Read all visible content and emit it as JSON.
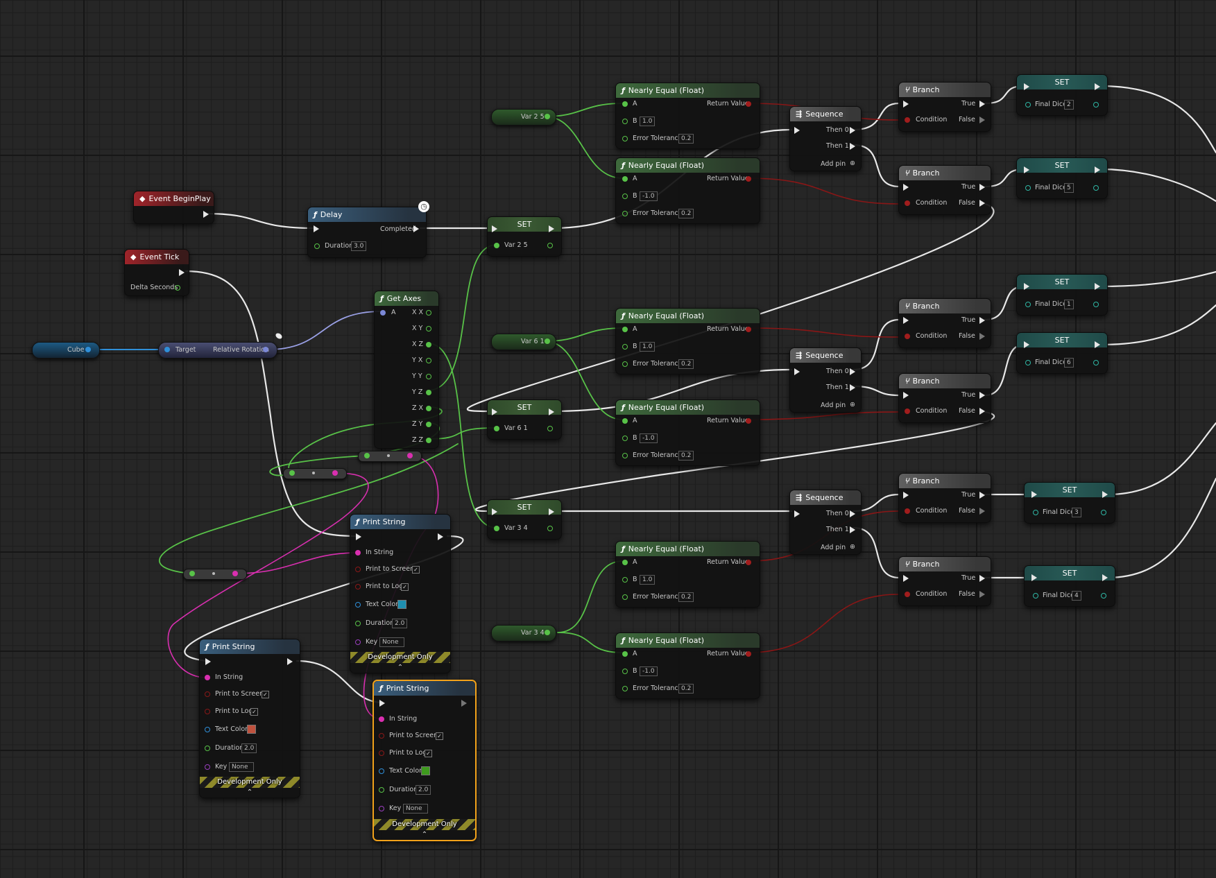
{
  "nodes": {
    "event_begin_play": {
      "title": "Event BeginPlay"
    },
    "event_tick": {
      "title": "Event Tick",
      "delta_label": "Delta Seconds"
    },
    "delay": {
      "title": "Delay",
      "completed": "Completed",
      "duration_label": "Duration",
      "duration_value": "3.0"
    },
    "cube_var": {
      "label": "Cube"
    },
    "rotation_node": {
      "target": "Target",
      "relative_rotation": "Relative Rotation"
    },
    "get_axes": {
      "title": "Get Axes",
      "input": "A",
      "outputs": [
        "X X",
        "X Y",
        "X Z",
        "Y X",
        "Y Y",
        "Y Z",
        "Z X",
        "Z Y",
        "Z Z"
      ]
    },
    "var25": {
      "label": "Var 2 5"
    },
    "var61": {
      "label": "Var 6 1"
    },
    "var34": {
      "label": "Var 3 4"
    },
    "set_nodes": [
      {
        "title": "SET",
        "var": "Var 2 5"
      },
      {
        "title": "SET",
        "var": "Var 6 1"
      },
      {
        "title": "SET",
        "var": "Var 3 4"
      }
    ],
    "nearly_equal": {
      "title": "Nearly Equal (Float)",
      "pin_a": "A",
      "pin_b": "B",
      "tolerance": "Error Tolerance",
      "return_value": "Return Value",
      "instances": [
        {
          "b": "1.0",
          "tol": "0.2"
        },
        {
          "b": "-1.0",
          "tol": "0.2"
        },
        {
          "b": "1.0",
          "tol": "0.2"
        },
        {
          "b": "-1.0",
          "tol": "0.2"
        },
        {
          "b": "1.0",
          "tol": "0.2"
        },
        {
          "b": "-1.0",
          "tol": "0.2"
        }
      ]
    },
    "sequence": {
      "title": "Sequence",
      "then0": "Then 0",
      "then1": "Then 1",
      "add_pin": "Add pin"
    },
    "branch": {
      "title": "Branch",
      "condition": "Condition",
      "true_label": "True",
      "false_label": "False"
    },
    "final_dice_set": {
      "title": "SET",
      "var": "Final Dice",
      "values": [
        "2",
        "5",
        "1",
        "6",
        "3",
        "4"
      ]
    },
    "print_string": {
      "title": "Print String",
      "in_string": "In String",
      "print_to_screen": "Print to Screen",
      "print_to_log": "Print to Log",
      "text_color": "Text Color",
      "duration": "Duration",
      "duration_value": "2.0",
      "key": "Key",
      "key_value": "None",
      "dev_only": "Development Only",
      "check": "✓",
      "caret": "⌃",
      "colors": [
        "#1f8fb0",
        "#c0523e",
        "#3e9a1e"
      ]
    }
  },
  "colors": {
    "exec_wire": "#e8e8e8",
    "float_wire": "#58c248",
    "bool_wire": "#8a1616",
    "string_wire": "#d92fb0",
    "object_wire": "#2f8fd9",
    "rotator_wire": "#9aa0e6",
    "selection": "#f2a21a"
  }
}
